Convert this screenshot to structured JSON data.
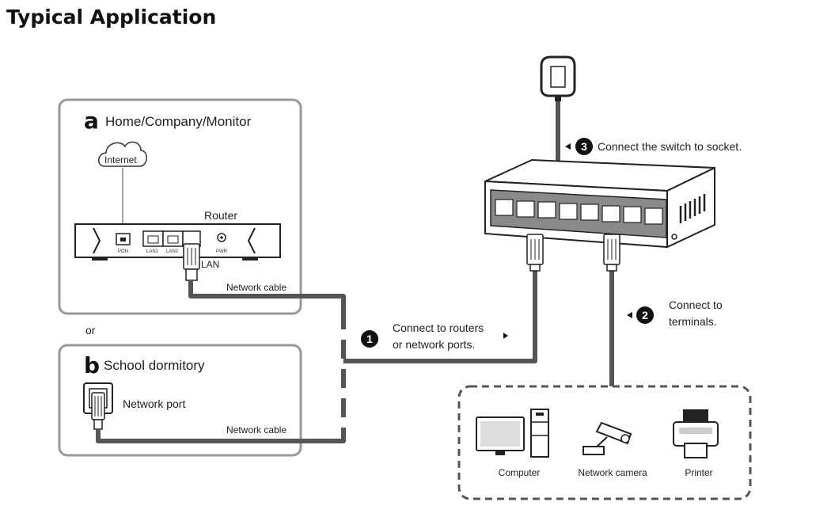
{
  "title": "Typical Application",
  "panel_a": {
    "letter": "a",
    "heading": "Home/Company/Monitor",
    "internet_label": "Internet",
    "router_label": "Router",
    "port_pon": "PON",
    "port_lan1": "LAN1",
    "port_lan2": "LAN2",
    "port_pwr": "PWR",
    "lan_label": "LAN",
    "cable_label": "Network cable"
  },
  "or_label": "or",
  "panel_b": {
    "letter": "b",
    "heading": "School dormitory",
    "port_label": "Network port",
    "cable_label": "Network cable"
  },
  "steps": [
    {
      "number": "1",
      "line1": "Connect to routers",
      "line2": "or network ports."
    },
    {
      "number": "2",
      "line1": "Connect to",
      "line2": "terminals."
    },
    {
      "number": "3",
      "line1": "Connect the switch to socket.",
      "line2": ""
    }
  ],
  "terminals": [
    {
      "label": "Computer",
      "icon": "computer-icon"
    },
    {
      "label": "Network camera",
      "icon": "network-camera-icon"
    },
    {
      "label": "Printer",
      "icon": "printer-icon"
    }
  ],
  "colors": {
    "cable": "#555555",
    "panel_border": "#999999",
    "badge": "#111111"
  }
}
